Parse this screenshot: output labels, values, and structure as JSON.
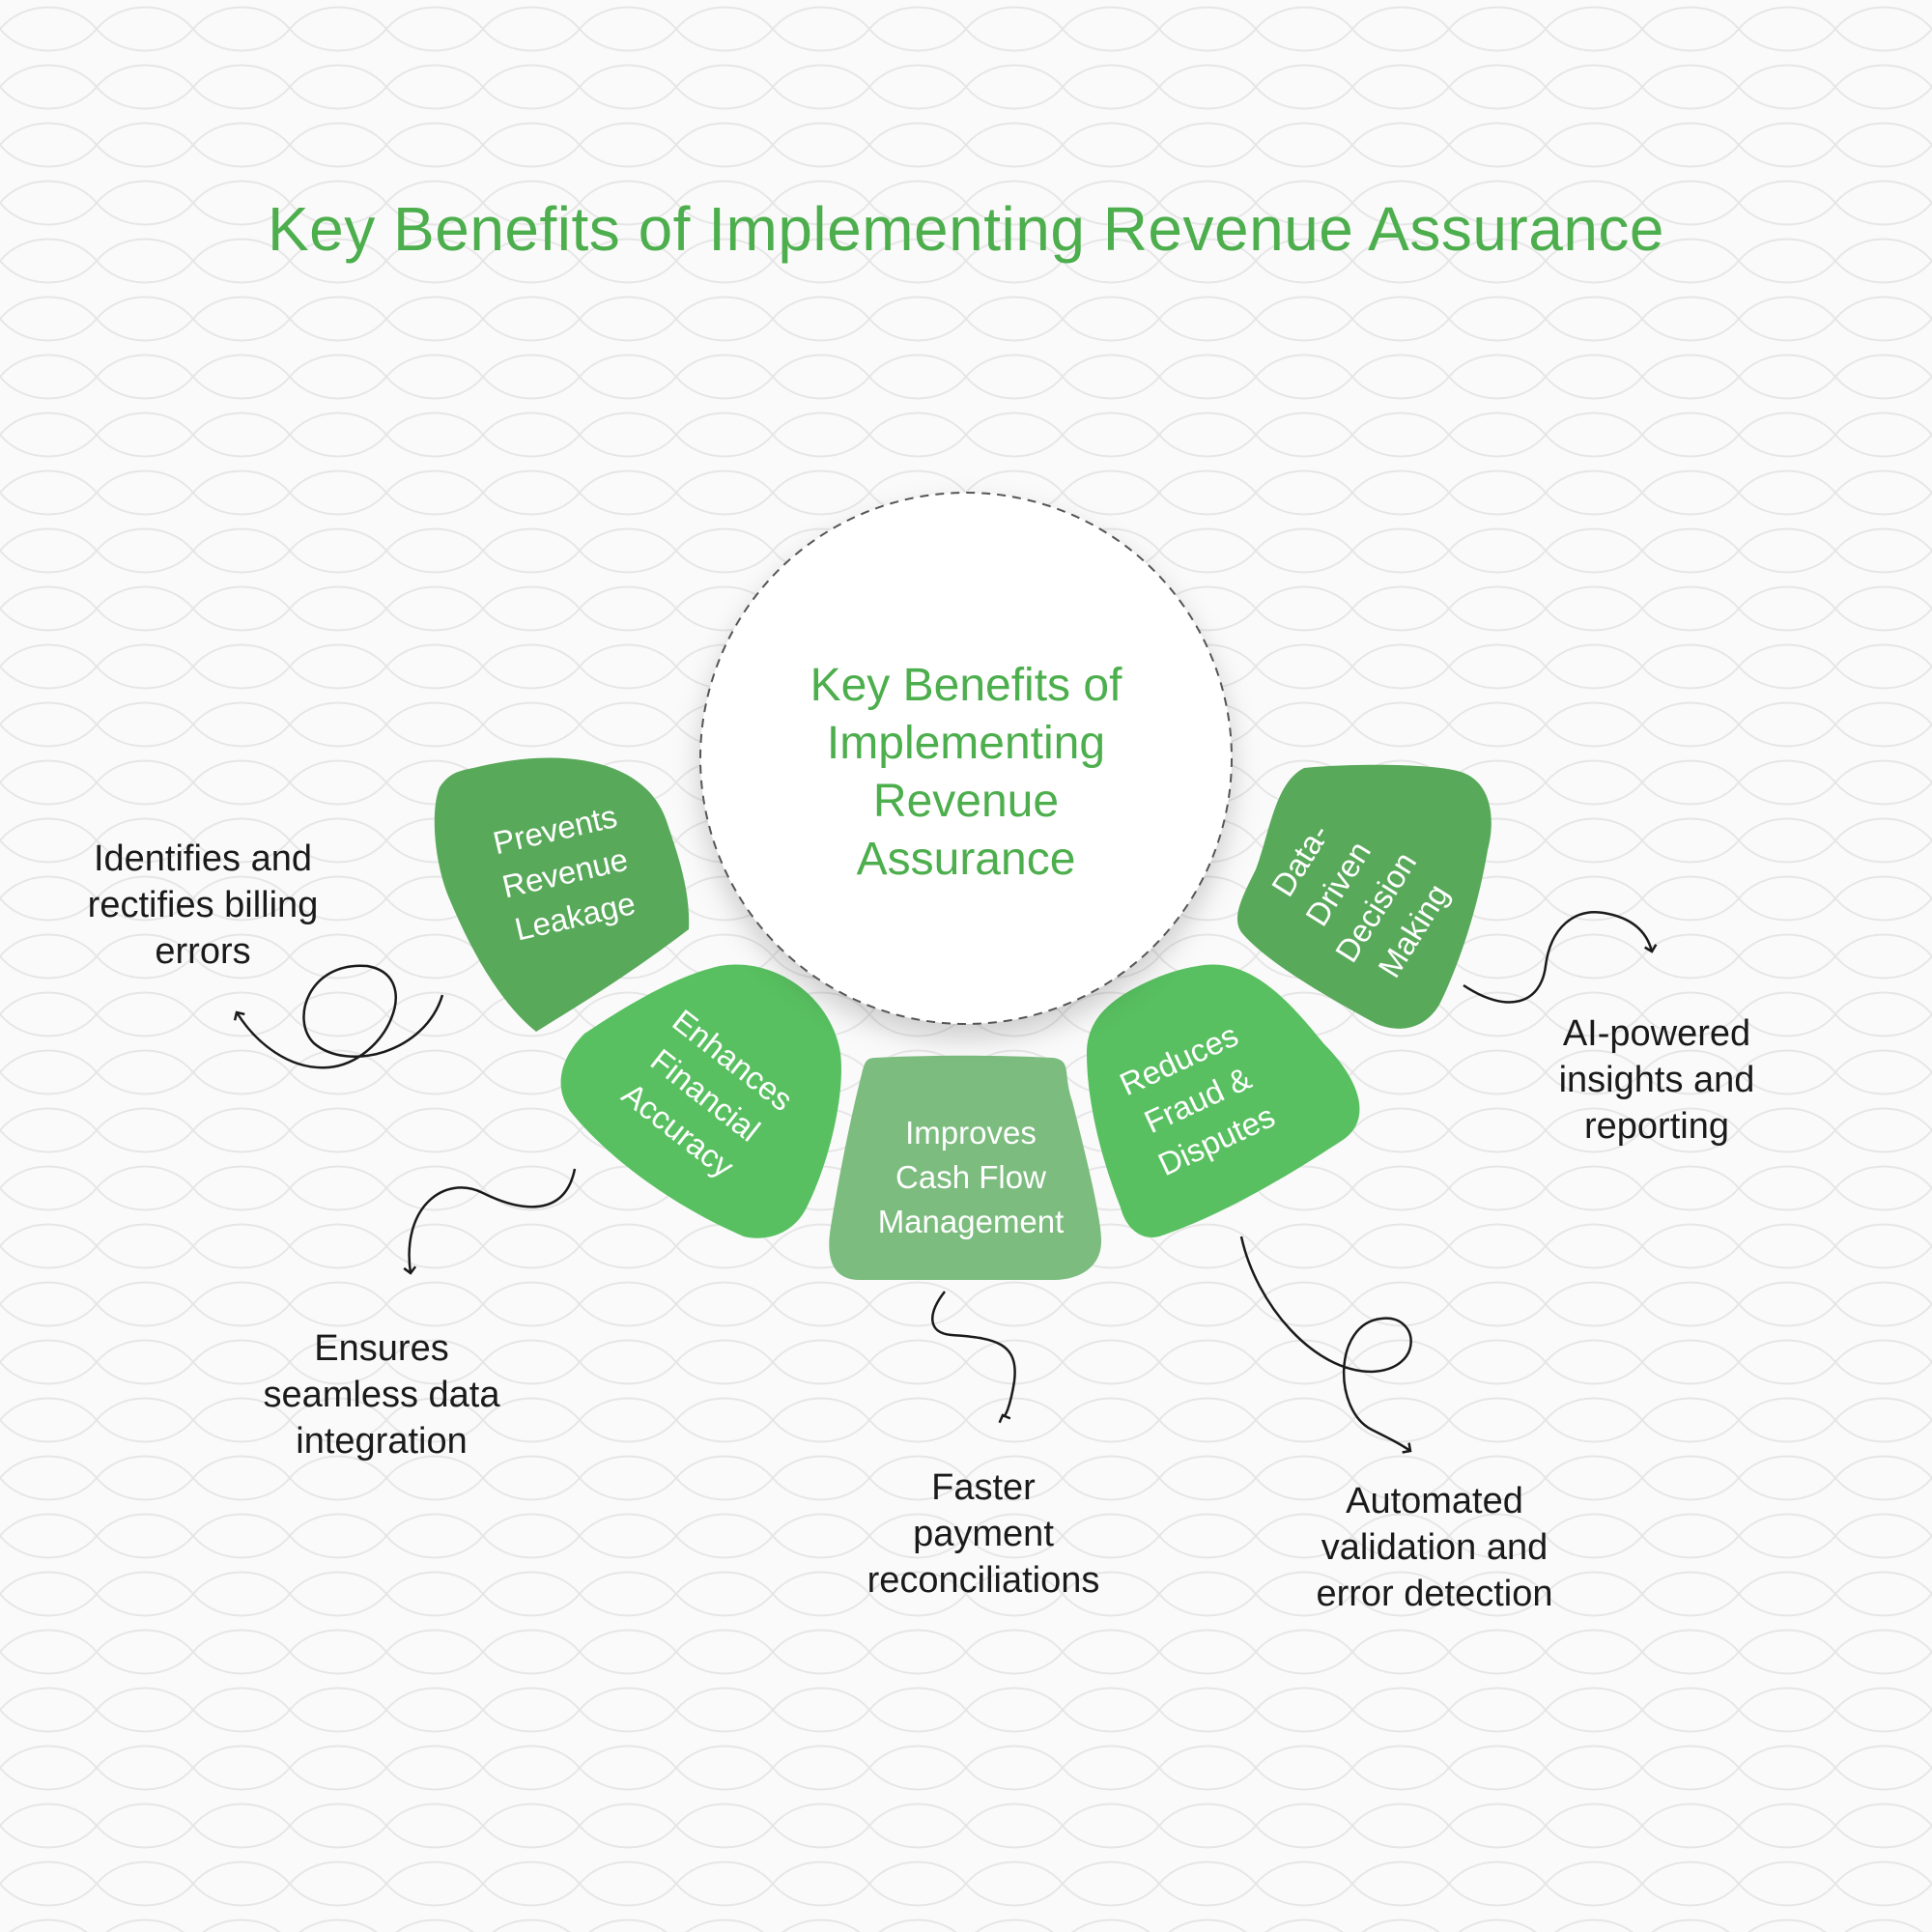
{
  "title": "Key Benefits of Implementing Revenue Assurance",
  "center": {
    "lines": [
      "Key Benefits of",
      "Implementing",
      "Revenue",
      "Assurance"
    ]
  },
  "benefits": [
    {
      "label_lines": [
        "Prevents",
        "Revenue",
        "Leakage"
      ],
      "detail_lines": [
        "Identifies and",
        "rectifies billing",
        "errors"
      ],
      "color": "#58a95a"
    },
    {
      "label_lines": [
        "Enhances",
        "Financial",
        "Accuracy"
      ],
      "detail_lines": [
        "Ensures",
        "seamless data",
        "integration"
      ],
      "color": "#58c060"
    },
    {
      "label_lines": [
        "Improves",
        "Cash Flow",
        "Management"
      ],
      "detail_lines": [
        "Faster",
        "payment",
        "reconciliations"
      ],
      "color": "#7cbc7e"
    },
    {
      "label_lines": [
        "Reduces",
        "Fraud &",
        "Disputes"
      ],
      "detail_lines": [
        "Automated",
        "validation and",
        "error detection"
      ],
      "color": "#58c060"
    },
    {
      "label_lines": [
        "Data-",
        "Driven",
        "Decision",
        "Making"
      ],
      "detail_lines": [
        "AI-powered",
        "insights and",
        "reporting"
      ],
      "color": "#58a95a"
    }
  ],
  "colors": {
    "title": "#4cae4c",
    "background": "#fafafa",
    "pattern": "#e6e6e6",
    "arrow": "#1a1a1a"
  }
}
